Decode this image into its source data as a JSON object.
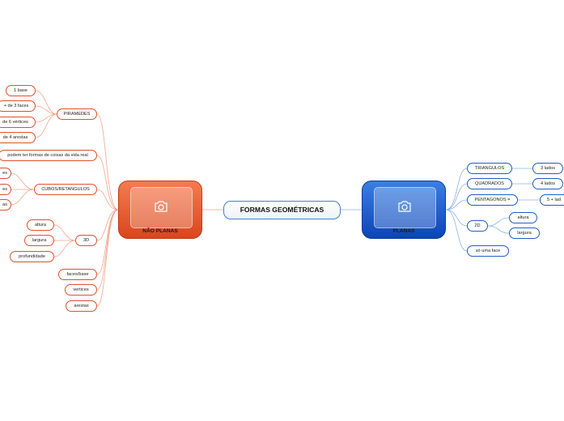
{
  "central": {
    "title": "FORMAS GEOMÉTRICAS"
  },
  "left": {
    "label": "NÃO PLANAS",
    "image_icon": "camera-icon",
    "color": "#e0512a",
    "piramides": {
      "label": "PIRAMEDES",
      "items": [
        "1 base",
        "+ de 3 faces",
        "de 6 vértices",
        "de 4 arestas"
      ]
    },
    "real_life": "podem ter formas de coisas da vida real",
    "cubos": {
      "label": "CUBOS/RETANGULOS",
      "items": [
        "es",
        "es",
        "as"
      ]
    },
    "three_d": {
      "label": "3D",
      "items": [
        "altura",
        "largura",
        "profundidade"
      ]
    },
    "extras": [
      "faces/base",
      "vertices",
      "arestas"
    ]
  },
  "right": {
    "label": "PLANAS",
    "image_icon": "camera-icon",
    "color": "#1f5fc4",
    "triangulos": {
      "label": "TRIANGULOS",
      "item": "3 lados"
    },
    "quadrados": {
      "label": "QUADRADOS",
      "item": "4 lados"
    },
    "pentagonos": {
      "label": "PENTAGONOS =",
      "item": "5 + lad"
    },
    "two_d": {
      "label": "2D",
      "items": [
        "altura",
        "largura"
      ]
    },
    "uma_face": "só uma face"
  }
}
